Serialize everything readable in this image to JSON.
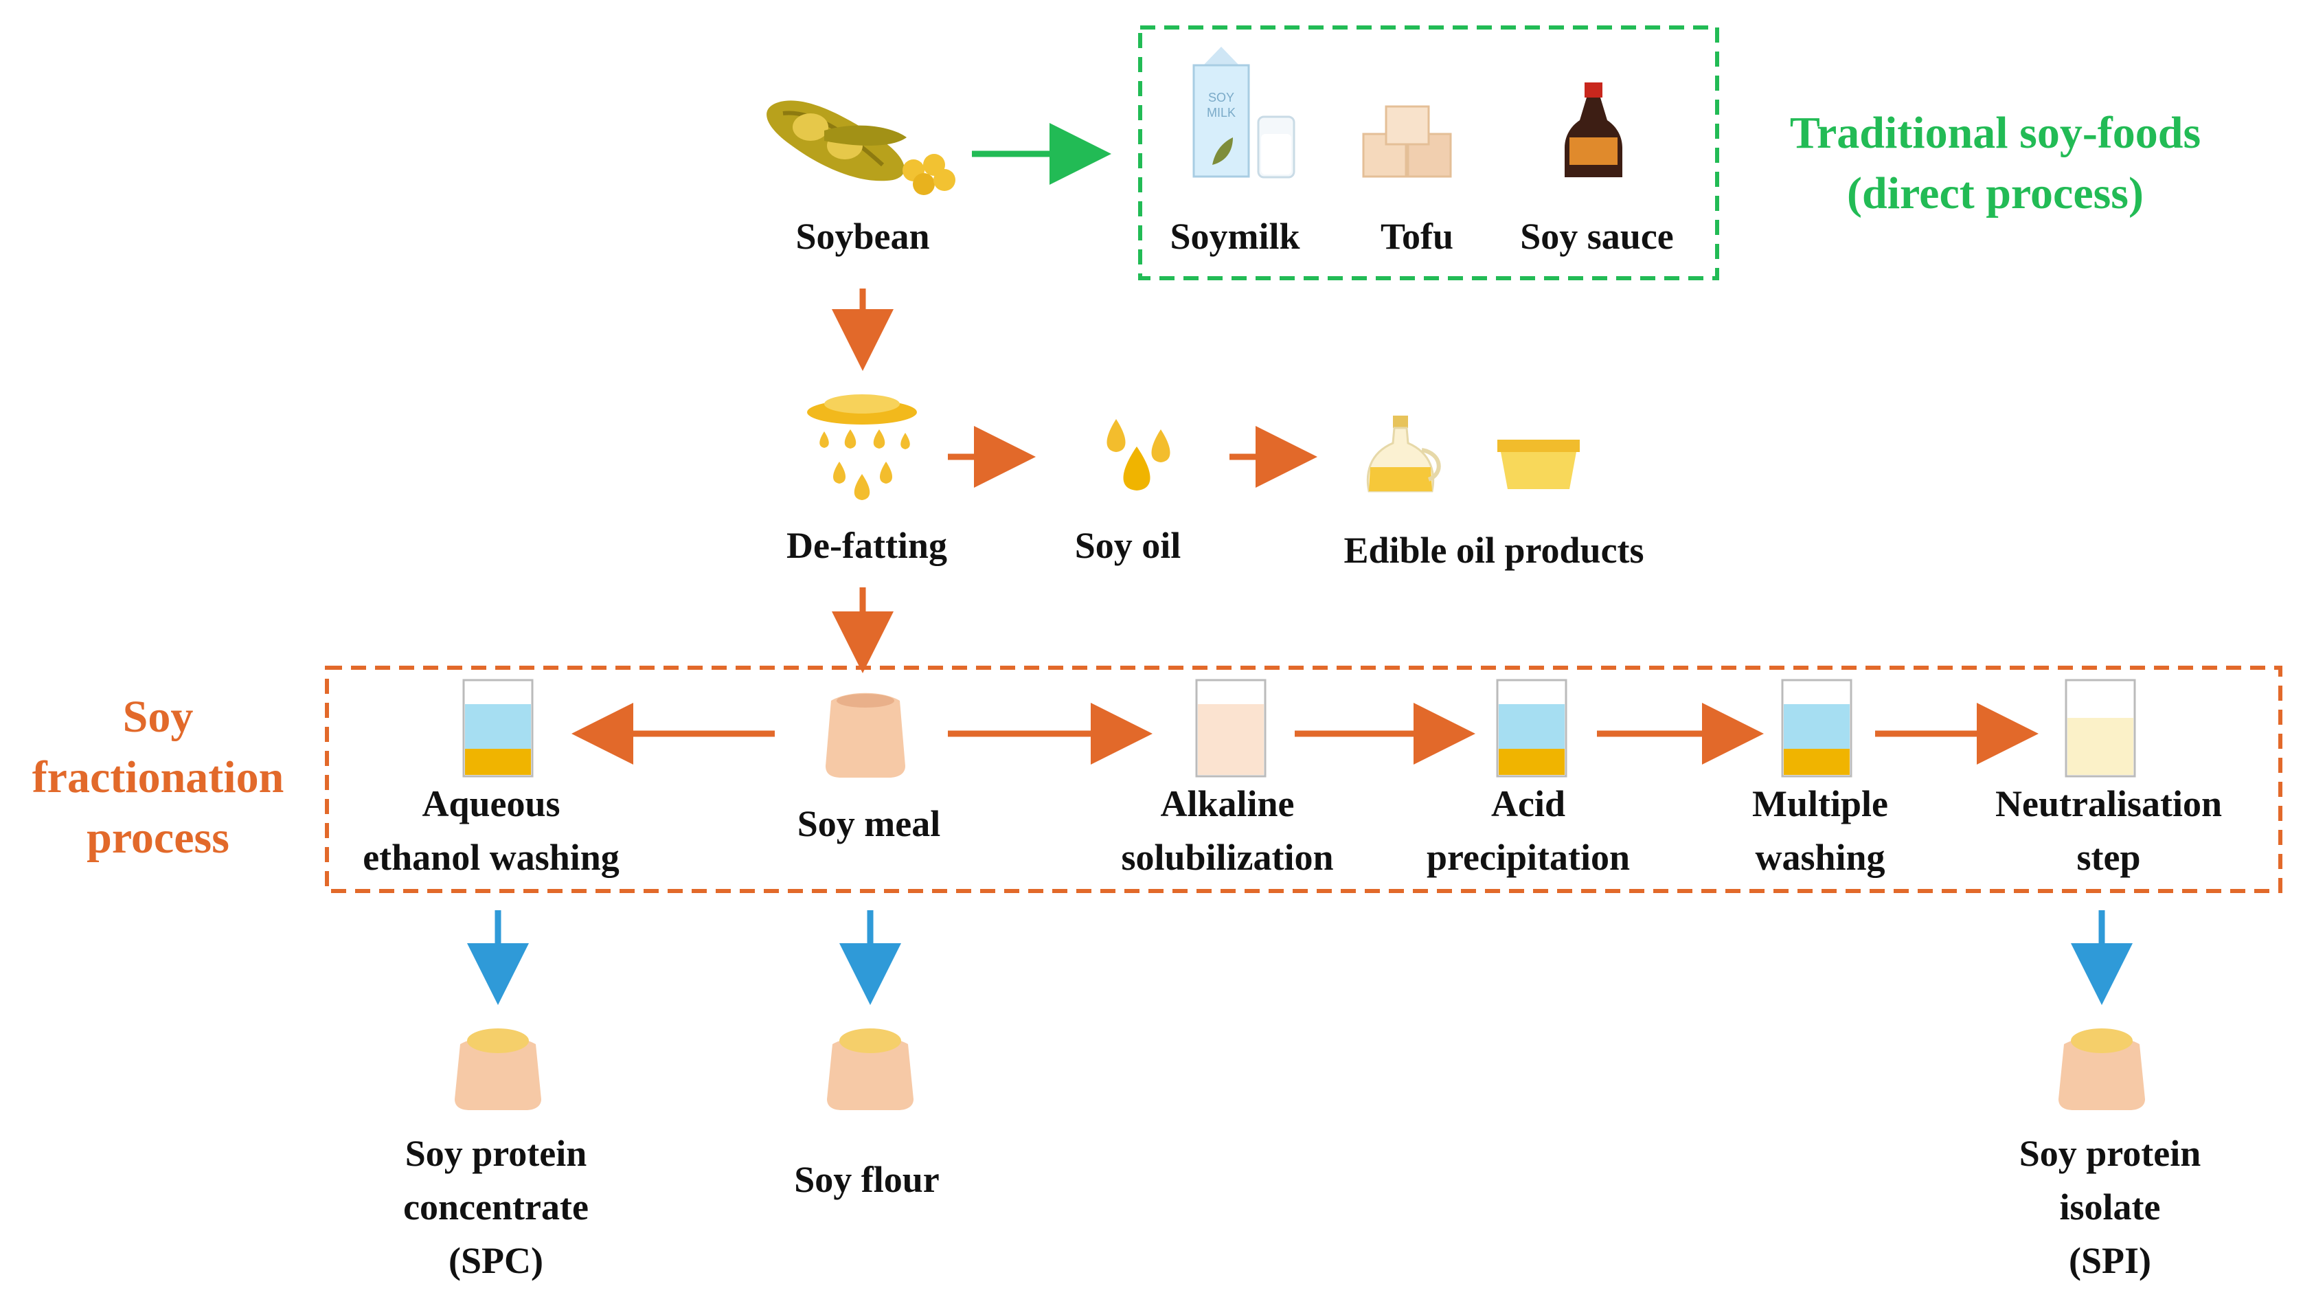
{
  "colors": {
    "green": "#22bb55",
    "orange": "#e2692a",
    "blue": "#2f9ad8",
    "text": "#111111",
    "liquid_blue": "#a6def2",
    "liquid_yellow": "#f0b400",
    "sack": "#f6c9a6",
    "powder": "#f5cf6a"
  },
  "traditional": {
    "title_line1": "Traditional soy-foods",
    "title_line2": "(direct process)",
    "items": [
      "Soymilk",
      "Tofu",
      "Soy sauce"
    ],
    "carton_label_line1": "SOY",
    "carton_label_line2": "MILK"
  },
  "main": {
    "soybean": "Soybean",
    "defatting": "De-fatting",
    "soy_oil": "Soy oil",
    "edible_oil": "Edible oil products"
  },
  "fractionation": {
    "title": [
      "Soy",
      "fractionation",
      "process"
    ],
    "steps": {
      "aqueous": [
        "Aqueous",
        "ethanol washing"
      ],
      "soy_meal": "Soy meal",
      "alkaline": [
        "Alkaline",
        "solubilization"
      ],
      "acid": [
        "Acid",
        "precipitation"
      ],
      "multiple": [
        "Multiple",
        "washing"
      ],
      "neutral": [
        "Neutralisation",
        "step"
      ]
    }
  },
  "products": {
    "spc": [
      "Soy protein",
      "concentrate",
      "(SPC)"
    ],
    "flour": "Soy flour",
    "spi": [
      "Soy protein",
      "isolate",
      "(SPI)"
    ]
  }
}
